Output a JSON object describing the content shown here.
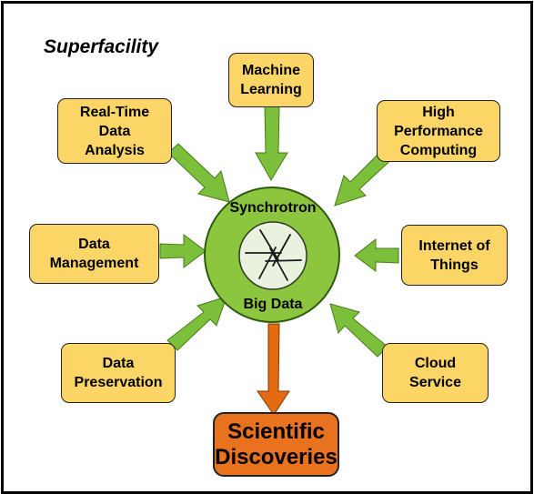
{
  "title": "Superfacility",
  "center": {
    "top_label": "Synchrotron",
    "bottom_label": "Big Data"
  },
  "nodes": {
    "machine_learning": "Machine\nLearning",
    "realtime": "Real-Time\nData\nAnalysis",
    "hpc": "High\nPerformance\nComputing",
    "data_management": "Data\nManagement",
    "iot": "Internet of\nThings",
    "data_preservation": "Data\nPreservation",
    "cloud_service": "Cloud\nService"
  },
  "result": "Scientific\nDiscoveries",
  "colors": {
    "node_fill": "#fcd567",
    "arrow": "#7cbf3a",
    "circle": "#8cc63f",
    "result": "#e8721d",
    "result_arrow": "#e56b12"
  }
}
